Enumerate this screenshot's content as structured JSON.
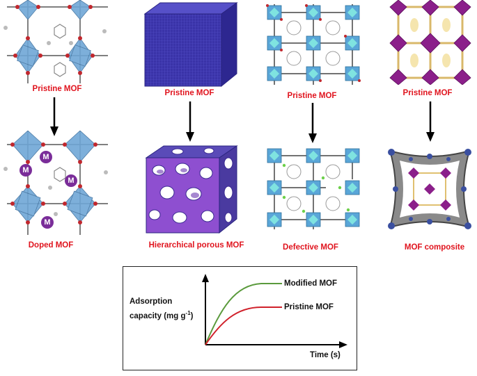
{
  "panels": {
    "p1_top": "Pristine MOF",
    "p1_bottom": "Doped MOF",
    "p2_top": "Pristine MOF",
    "p2_bottom": "Hierarchical porous MOF",
    "p3_top": "Pristine MOF",
    "p3_bottom": "Defective MOF",
    "p4_top": "Pristine MOF",
    "p4_bottom": "MOF composite"
  },
  "dopant_symbol": "M",
  "colors": {
    "label_red": "#e0141e",
    "octahedra_blue": "#6fa7d6",
    "cube_navy": "#3a33a8",
    "porous_purple": "#8e4fd0",
    "cyan": "#7fe3e0",
    "magenta": "#8b1f8a",
    "dopant_purple": "#7a2d99"
  },
  "chart": {
    "ylabel_line1": "Adsorption",
    "ylabel_line2": "capacity (mg g",
    "ylabel_sup": "-1",
    "ylabel_end": ")",
    "xlabel": "Time (s)",
    "series_modified": "Modified MOF",
    "series_pristine": "Pristine MOF",
    "color_modified": "#5a9a3c",
    "color_pristine": "#d0202a"
  }
}
